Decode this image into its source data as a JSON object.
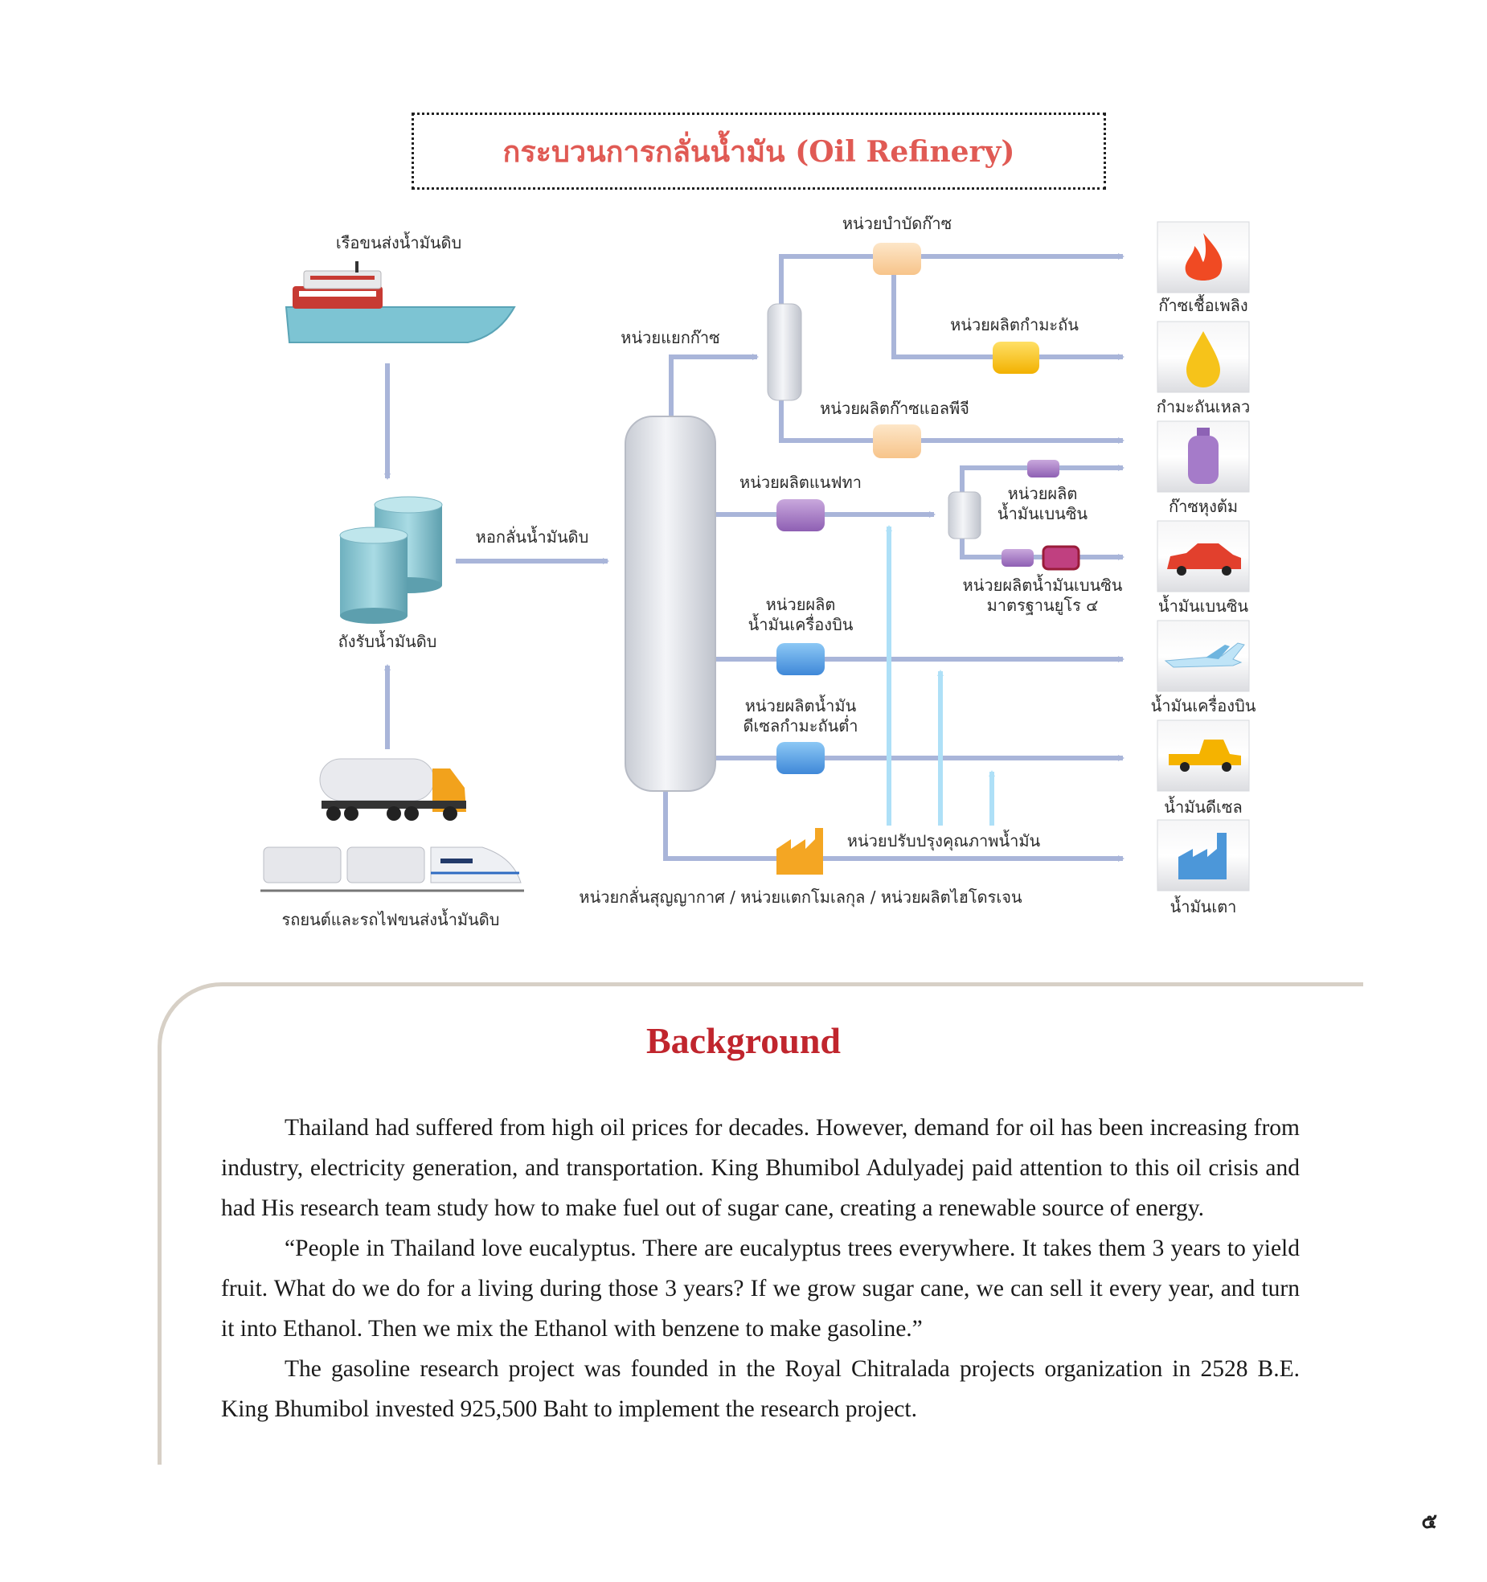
{
  "title": "กระบวนการกลั่นน้ำมัน (Oil Refinery)",
  "colors": {
    "title": "#e05a54",
    "heading": "#c0252d",
    "arrow": "#a9b5d9",
    "light_arrow": "#aee0f7"
  },
  "diagram": {
    "sources": {
      "ship": "เรือขนส่งน้ำมันดิบ",
      "tank": "ถังรับน้ำมันดิบ",
      "land": "รถยนต์และรถไฟขนส่งน้ำมันดิบ"
    },
    "tower": "หอกลั่นน้ำมันดิบ",
    "units": {
      "gas_separation": "หน่วยแยกก๊าซ",
      "gas_treatment": "หน่วยบำบัดก๊าซ",
      "sulfur": "หน่วยผลิตกำมะถัน",
      "lpg": "หน่วยผลิตก๊าซแอลพีจี",
      "naphtha": "หน่วยผลิตแนฟทา",
      "gasoline_1": "หน่วยผลิต",
      "gasoline_2": "น้ำมันเบนซิน",
      "euro4_1": "หน่วยผลิตน้ำมันเบนซิน",
      "euro4_2": "มาตรฐานยูโร ๔",
      "jet_1": "หน่วยผลิต",
      "jet_2": "น้ำมันเครื่องบิน",
      "diesel_1": "หน่วยผลิตน้ำมัน",
      "diesel_2": "ดีเซลกำมะถันต่ำ",
      "upgrading": "หน่วยปรับปรุงคุณภาพน้ำมัน",
      "vacuum": "หน่วยกลั่นสุญญากาศ / หน่วยแตกโมเลกุล / หน่วยผลิตไฮโดรเจน"
    },
    "products": [
      {
        "label": "ก๊าซเชื้อเพลิง",
        "icon": "flame-icon"
      },
      {
        "label": "กำมะถันเหลว",
        "icon": "drop-icon"
      },
      {
        "label": "ก๊าซหุงต้ม",
        "icon": "gas-cylinder-icon"
      },
      {
        "label": "น้ำมันเบนซิน",
        "icon": "car-icon"
      },
      {
        "label": "น้ำมันเครื่องบิน",
        "icon": "airplane-icon"
      },
      {
        "label": "น้ำมันดีเซล",
        "icon": "pickup-truck-icon"
      },
      {
        "label": "น้ำมันเตา",
        "icon": "factory-icon"
      }
    ]
  },
  "background": {
    "heading": "Background",
    "paragraphs": [
      "Thailand had suffered from high oil prices for decades. However, demand for oil has been increasing from industry, electricity generation, and transportation. King Bhumibol Adulyadej paid attention to this oil crisis and had His research team study how to make fuel out of sugar cane, creating a renewable source of energy.",
      "“People in Thailand love eucalyptus. There are eucalyptus trees everywhere. It takes them 3 years to yield fruit. What do we do for a living during those 3 years? If we grow sugar cane, we can sell it every year, and turn it into Ethanol. Then we mix the Ethanol with benzene to make gasoline.”",
      "The gasoline research project was founded in the Royal Chitralada projects organization in 2528 B.E. King Bhumibol invested 925,500 Baht to implement the research project."
    ]
  },
  "page_number": "๕"
}
